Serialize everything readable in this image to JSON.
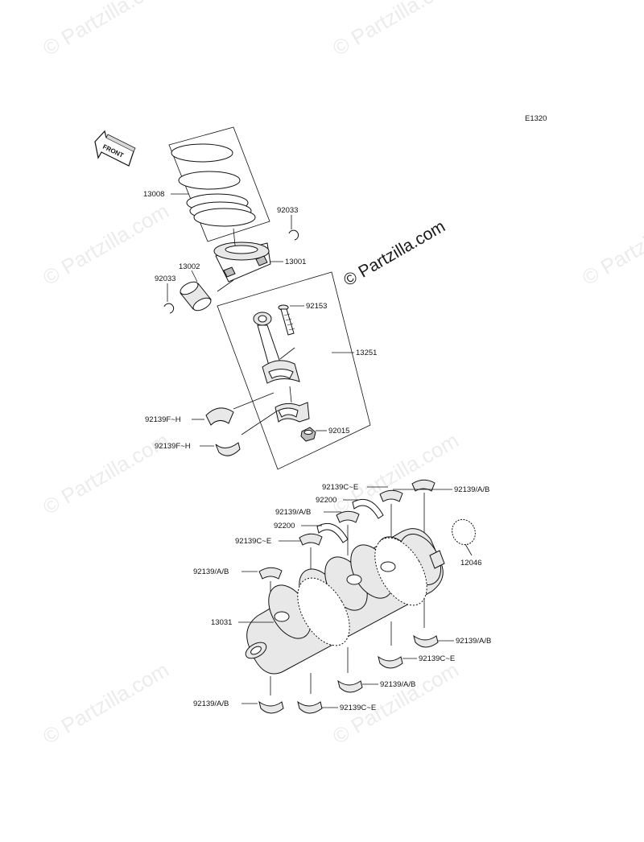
{
  "diagram_code": "E1320",
  "front_marker": "FRONT",
  "watermark": "© Partzilla.com",
  "labels": {
    "l13008": "13008",
    "l92033_top": "92033",
    "l13001": "13001",
    "l13002": "13002",
    "l92033_left": "92033",
    "l92153": "92153",
    "l13251": "13251",
    "l92139FH_1": "92139F~H",
    "l92139FH_2": "92139F~H",
    "l92015": "92015",
    "l92139CE_1": "92139C~E",
    "l92139AB_1": "92139/A/B",
    "l92200_1": "92200",
    "l92139AB_2": "92139/A/B",
    "l92200_2": "92200",
    "l92139CE_2": "92139C~E",
    "l12046": "12046",
    "l92139AB_3": "92139/A/B",
    "l13031": "13031",
    "l92139AB_4": "92139/A/B",
    "l92139CE_3": "92139C~E",
    "l92139AB_5": "92139/A/B",
    "l92139AB_6": "92139/A/B",
    "l92139CE_4": "92139C~E"
  }
}
